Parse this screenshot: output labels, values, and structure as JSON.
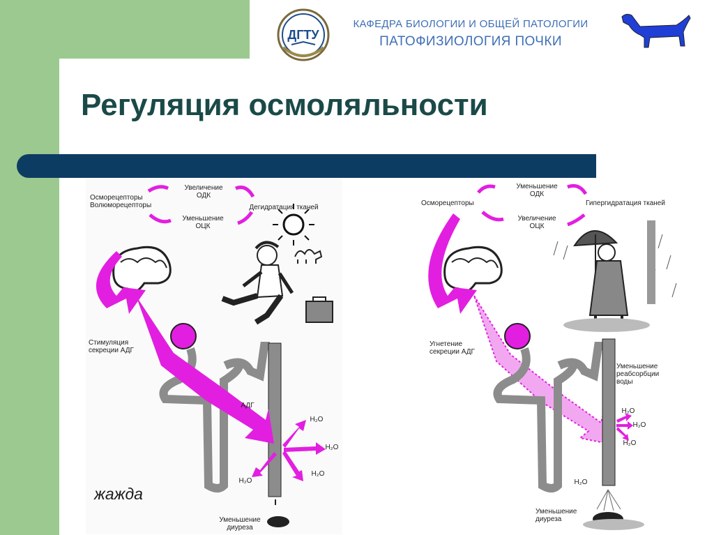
{
  "header": {
    "department": "КАФЕДРА БИОЛОГИИ И ОБЩЕЙ ПАТОЛОГИИ",
    "subject": "ПАТОФИЗИОЛОГИЯ ПОЧКИ",
    "logo_text": "ДГТУ"
  },
  "slide": {
    "title": "Регуляция осмоляльности"
  },
  "left_diagram": {
    "receptors": "Осморецепторы\nВолюморецепторы",
    "increase_odk": "Увеличение\nОДК",
    "decrease_ock": "Уменьшение\nОЦК",
    "dehydration": "Дегидратация тканей",
    "stimulation": "Стимуляция\nсекреции АДГ",
    "adh": "АДГ",
    "h2o": "H₂O",
    "diuresis": "Уменьшение\nдиуреза",
    "thirst": "жажда"
  },
  "right_diagram": {
    "receptors": "Осморецепторы",
    "decrease_odk": "Уменьшение\nОДК",
    "increase_ock": "Увеличение\nОЦК",
    "hyperhydration": "Гипергидратация тканей",
    "inhibition": "Угнетение\nсекреции АДГ",
    "reabsorption": "Уменьшение\nреабсорбции\nводы",
    "h2o": "H₂O",
    "diuresis": "Уменьшение\nдиуреза"
  },
  "colors": {
    "accent_bar": "#0d3c63",
    "green": "#9cc98f",
    "title": "#1a4a48",
    "header_text": "#3f6fb5",
    "arrow_magenta": "#e21fe0",
    "tubule_gray": "#8c8c8c"
  }
}
